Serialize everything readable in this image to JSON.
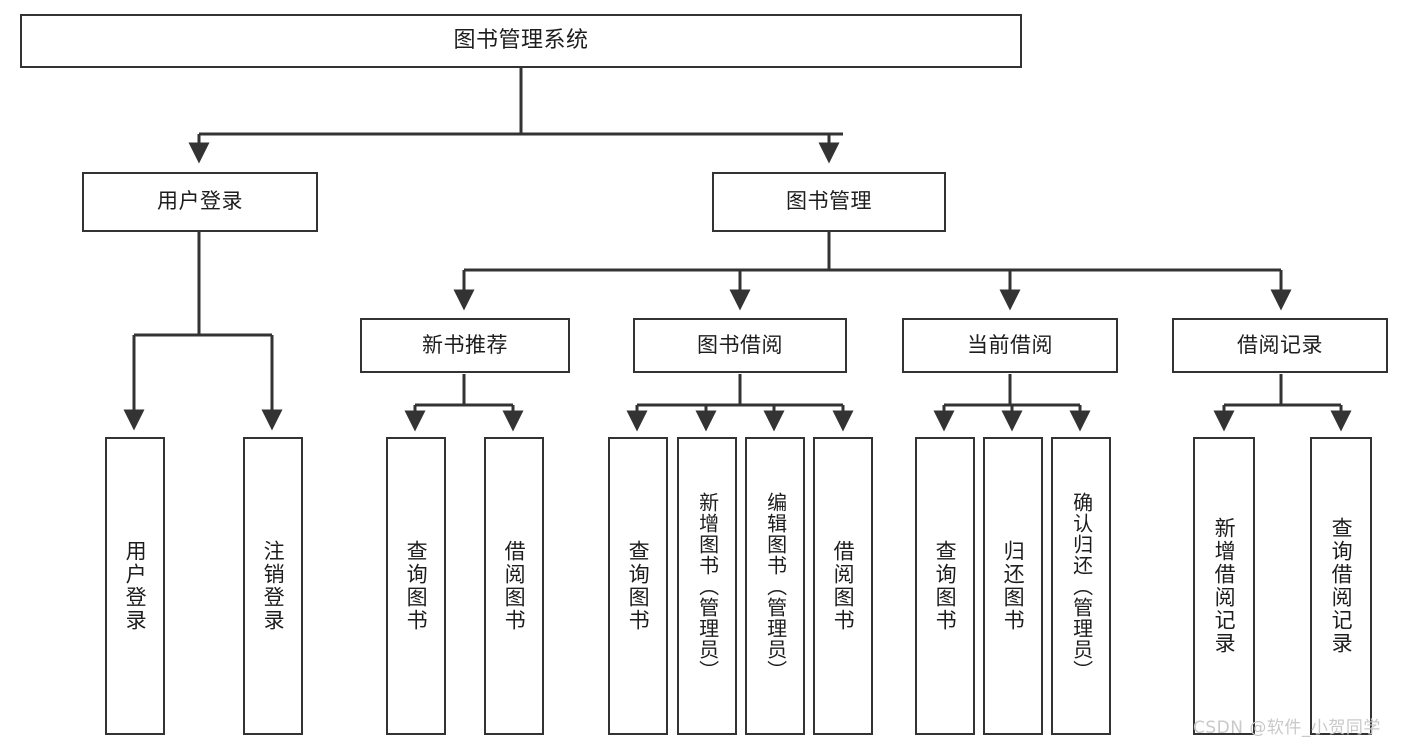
{
  "diagram": {
    "title": "图书管理系统",
    "type": "tree",
    "colors": {
      "box_border": "#333333",
      "box_fill": "#ffffff",
      "connector": "#333333",
      "text": "#1d1d1d",
      "watermark": "#c9c9c9",
      "background": "#ffffff"
    },
    "watermark": "CSDN @软件_小贺同学",
    "root": {
      "label": "图书管理系统"
    },
    "level2": [
      {
        "label": "用户登录"
      },
      {
        "label": "图书管理"
      }
    ],
    "level3": [
      {
        "label": "新书推荐"
      },
      {
        "label": "图书借阅"
      },
      {
        "label": "当前借阅"
      },
      {
        "label": "借阅记录"
      }
    ],
    "leaves": {
      "user_login": [
        {
          "label": "用户登录"
        },
        {
          "label": "注销登录"
        }
      ],
      "new_book_recommend": [
        {
          "label": "查询图书"
        },
        {
          "label": "借阅图书"
        }
      ],
      "book_borrow": [
        {
          "label": "查询图书"
        },
        {
          "label": "新增图书（管理员）"
        },
        {
          "label": "编辑图书（管理员）"
        },
        {
          "label": "借阅图书"
        }
      ],
      "current_borrow": [
        {
          "label": "查询图书"
        },
        {
          "label": "归还图书"
        },
        {
          "label": "确认归还（管理员）"
        }
      ],
      "borrow_record": [
        {
          "label": "新增借阅记录"
        },
        {
          "label": "查询借阅记录"
        }
      ]
    }
  }
}
